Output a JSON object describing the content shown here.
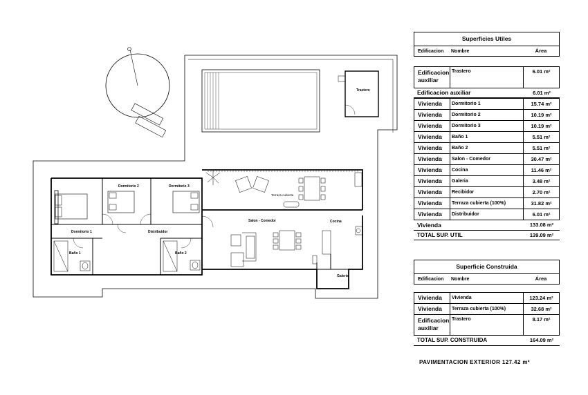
{
  "plan": {
    "rooms": {
      "dormitorio1": "Dormitorio 1",
      "dormitorio2": "Dormitorio 2",
      "dormitorio3": "Dormitorio 3",
      "bano1": "Baño 1",
      "bano2": "Baño 2",
      "distribuidor": "Distribuidor",
      "salon": "Salon - Comedor",
      "cocina": "Cocina",
      "galeria": "Galeria",
      "trastero": "Trastero",
      "terraza": "Terraza cubierta"
    }
  },
  "utiles": {
    "title": "Superficies Utiles",
    "headers": {
      "edificacion": "Edificacion",
      "nombre": "Nombre",
      "area": "Área"
    },
    "aux_row": {
      "edificacion": "Edificacion auxiliar",
      "nombre": "Trastero",
      "area": "6.01 m²"
    },
    "aux_total": {
      "label": "Edificacion auxiliar",
      "area": "6.01 m²"
    },
    "rows": [
      {
        "edificacion": "Vivienda",
        "nombre": "Dormitorio 1",
        "area": "15.74 m²"
      },
      {
        "edificacion": "Vivienda",
        "nombre": "Dormitorio 2",
        "area": "10.19 m²"
      },
      {
        "edificacion": "Vivienda",
        "nombre": "Dormitorio 3",
        "area": "10.19 m²"
      },
      {
        "edificacion": "Vivienda",
        "nombre": "Baño 1",
        "area": "5.51 m²"
      },
      {
        "edificacion": "Vivienda",
        "nombre": "Baño 2",
        "area": "5.51 m²"
      },
      {
        "edificacion": "Vivienda",
        "nombre": "Salon - Comedor",
        "area": "30.47 m²"
      },
      {
        "edificacion": "Vivienda",
        "nombre": "Cocina",
        "area": "11.46 m²"
      },
      {
        "edificacion": "Vivienda",
        "nombre": "Galeria",
        "area": "3.48 m²"
      },
      {
        "edificacion": "Vivienda",
        "nombre": "Recibidor",
        "area": "2.70 m²"
      },
      {
        "edificacion": "Vivienda",
        "nombre": "Terraza cubierta (100%)",
        "area": "31.82 m²"
      },
      {
        "edificacion": "Vivienda",
        "nombre": "Distribuidor",
        "area": "6.01 m²"
      }
    ],
    "vivienda_total": {
      "label": "Vivienda",
      "area": "133.08 m²"
    },
    "total": {
      "label": "TOTAL SUP. UTIL",
      "area": "139.09 m²"
    }
  },
  "construida": {
    "title": "Superficie Construida",
    "headers": {
      "edificacion": "Edificacion",
      "nombre": "Nombre",
      "area": "Área"
    },
    "rows": [
      {
        "edificacion": "Vivienda",
        "nombre": "Vivienda",
        "area": "123.24 m²"
      },
      {
        "edificacion": "Vivienda",
        "nombre": "Terraza cubierta (100%)",
        "area": "32.68 m²"
      }
    ],
    "aux_row": {
      "edificacion": "Edificacion auxiliar",
      "nombre": "Trastero",
      "area": "8.17 m²"
    },
    "total": {
      "label": "TOTAL SUP. CONSTRUIDA",
      "area": "164.09 m²"
    }
  },
  "pavimentacion": "PAVIMENTACION EXTERIOR 127.42 m²"
}
